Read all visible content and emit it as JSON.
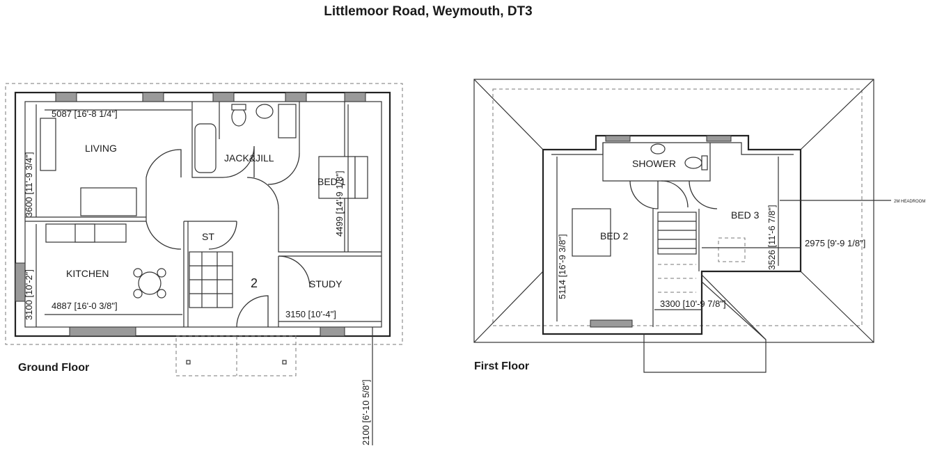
{
  "title": "Littlemoor Road, Weymouth, DT3",
  "ground_floor": {
    "label": "Ground Floor",
    "rooms": {
      "living": "LIVING",
      "kitchen": "KITCHEN",
      "jack_jill": "JACK&JILL",
      "bed": "BED 1",
      "store": "ST",
      "hall_number": "2",
      "study": "STUDY"
    },
    "dimensions": {
      "living_width": "5087 [16'-8 1/4\"]",
      "living_depth": "3600 [11'-9 3/4\"]",
      "kitchen_width": "4887 [16'-0 3/8\"]",
      "kitchen_depth": "3100 [10'-2\"]",
      "bed_depth": "4499 [14'-9 1/8\"]",
      "study_width": "3150 [10'-4\"]",
      "porch_depth": "2100 [6'-10 5/8\"]"
    }
  },
  "first_floor": {
    "label": "First Floor",
    "rooms": {
      "shower": "SHOWER",
      "bed2": "BED 2",
      "bed3": "BED 3"
    },
    "dimensions": {
      "bed2_depth": "5114 [16'-9 3/8\"]",
      "bed3_depth": "3526 [11'-6 7/8\"]",
      "bed3_width": "2975 [9'-9 1/8\"]",
      "bed2_width": "3300 [10'-9 7/8\"]"
    },
    "annotation": "2M HEADROOM"
  }
}
